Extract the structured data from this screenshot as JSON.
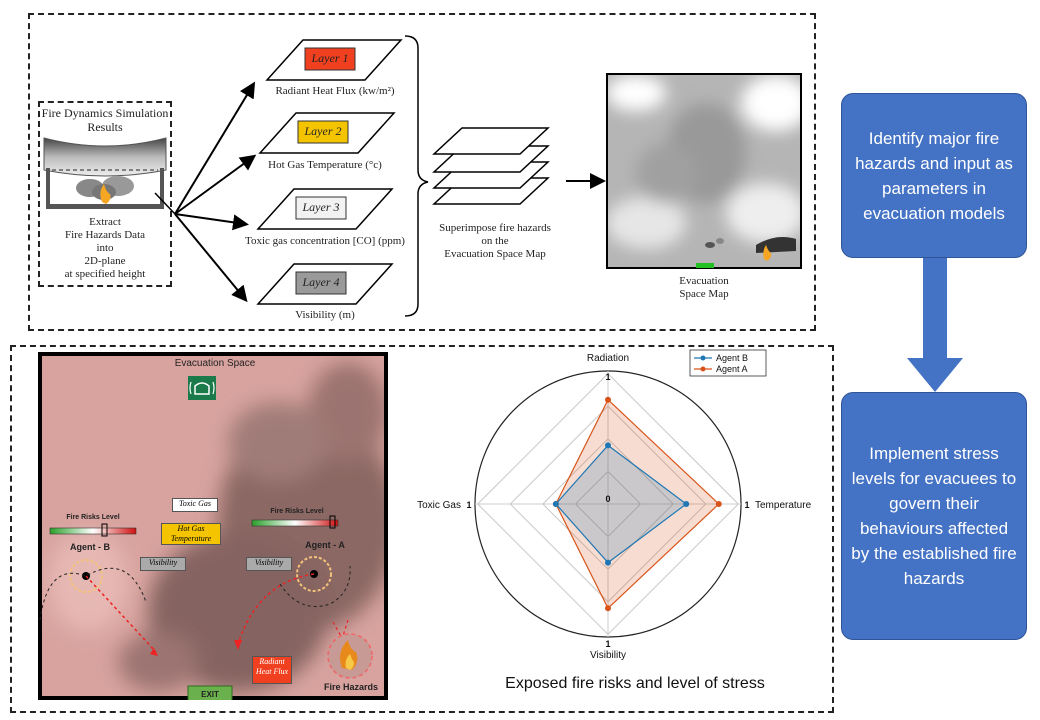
{
  "top": {
    "fds_title": "Fire Dynamics Simulation Results",
    "extract_text": [
      "Extract",
      "Fire Hazards Data",
      "into",
      "2D-plane",
      "at specified height"
    ],
    "layers": [
      {
        "name": "Layer 1",
        "caption": "Radiant Heat Flux (kw/m²)",
        "color": "#f04020"
      },
      {
        "name": "Layer 2",
        "caption": "Hot Gas Temperature (°c)",
        "color": "#f5c400"
      },
      {
        "name": "Layer 3",
        "caption": "Toxic gas concentration [CO] (ppm)",
        "color": "#f2f2f2"
      },
      {
        "name": "Layer 4",
        "caption": "Visibility (m)",
        "color": "#9a9a9a"
      }
    ],
    "superimpose_text": [
      "Superimpose fire hazards",
      "on the",
      "Evacuation Space Map"
    ],
    "map_caption": [
      "Evacuation",
      "Space Map"
    ]
  },
  "right": {
    "box1": "Identify major fire hazards and input as parameters in evacuation models",
    "box2": "Implement stress levels for evacuees to govern their behaviours affected by the established fire hazards"
  },
  "scene": {
    "title": "Evacuation Space",
    "labels": {
      "toxic_gas": "Toxic Gas",
      "hot_gas": "Hot Gas Temperature",
      "visibility_b": "Visibility",
      "visibility_a": "Visibility",
      "radiant": "Radiant Heat Flux",
      "fire_risks_b": "Fire Risks Level",
      "fire_risks_a": "Fire Risks Level",
      "agent_b": "Agent - B",
      "agent_a": "Agent - A",
      "fire_hazards": "Fire Hazards",
      "exit": "EXIT"
    }
  },
  "chart_caption": "Exposed fire risks and level of stress",
  "chart_data": {
    "type": "radar",
    "axes": [
      "Radiation",
      "Temperature",
      "Visibility",
      "Toxic Gas"
    ],
    "axis_max_labels": [
      "1",
      "1",
      "1",
      "1"
    ],
    "center_label": "0",
    "range": [
      0,
      1
    ],
    "series": [
      {
        "name": "Agent B",
        "color": "#1f77b4",
        "values": [
          0.45,
          0.6,
          0.45,
          0.4
        ]
      },
      {
        "name": "Agent A",
        "color": "#d95319",
        "values": [
          0.8,
          0.85,
          0.8,
          0.4
        ]
      }
    ],
    "legend": "top-right"
  }
}
